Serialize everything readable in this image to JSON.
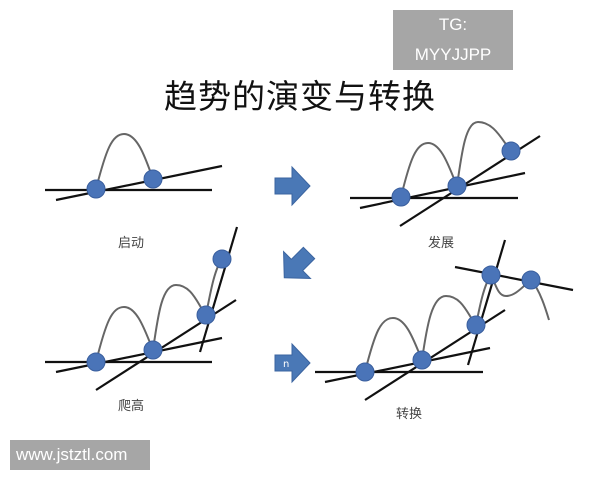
{
  "title": "趋势的演变与转换",
  "watermarks": {
    "top_right": "TG: MYYJJPP",
    "bottom_left": "www.jstztl.com"
  },
  "colors": {
    "dot_fill": "#4a74b8",
    "dot_stroke": "#3a5f9e",
    "arrow_fill": "#4a78b6",
    "line": "#111111",
    "curve": "#666666",
    "badge_bg": "#a6a6a6"
  },
  "panels": [
    {
      "id": "start",
      "label": "启动"
    },
    {
      "id": "develop",
      "label": "发展"
    },
    {
      "id": "climb",
      "label": "爬高"
    },
    {
      "id": "reversal",
      "label": "转换"
    }
  ],
  "arrows": [
    {
      "direction": "right",
      "text": ""
    },
    {
      "direction": "down-left",
      "text": ""
    },
    {
      "direction": "right",
      "text": "n"
    }
  ]
}
